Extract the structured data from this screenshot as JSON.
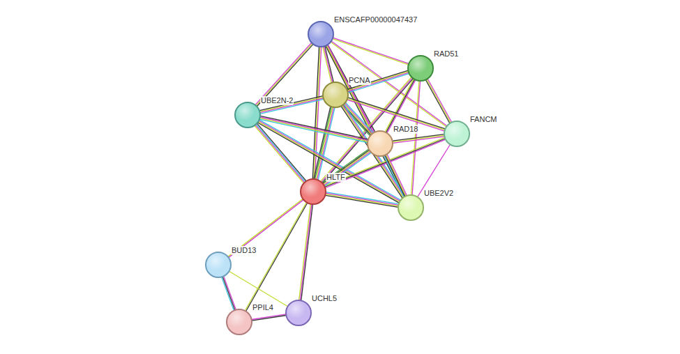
{
  "diagram": {
    "nodes": [
      {
        "text": [
          "ENSCAFP00000047437"
        ]
      },
      {
        "text": [
          "RAD51"
        ]
      },
      {
        "text": [
          "PCNA"
        ]
      },
      {
        "text": [
          "UBE2N-2"
        ]
      },
      {
        "text": [
          "FANCM"
        ]
      },
      {
        "text": [
          "RAD18"
        ]
      },
      {
        "text": [
          "HLTF"
        ]
      },
      {
        "text": [
          "UBE2V2"
        ]
      },
      {
        "text": [
          "BUD13"
        ]
      },
      {
        "text": [
          "PPIL4"
        ]
      },
      {
        "text": [
          "UCHL5"
        ]
      }
    ],
    "edges": [
      {
        "from": 0,
        "to": 3,
        "arrow": "none"
      },
      {
        "from": 0,
        "to": 2,
        "arrow": "none"
      },
      {
        "from": 0,
        "to": 1,
        "arrow": "none"
      },
      {
        "from": 0,
        "to": 4,
        "arrow": "none"
      },
      {
        "from": 0,
        "to": 5,
        "arrow": "none"
      },
      {
        "from": 0,
        "to": 6,
        "arrow": "none"
      },
      {
        "from": 0,
        "to": 7,
        "arrow": "none"
      },
      {
        "from": 1,
        "to": 2,
        "arrow": "none"
      },
      {
        "from": 1,
        "to": 5,
        "arrow": "none"
      },
      {
        "from": 1,
        "to": 4,
        "arrow": "none"
      },
      {
        "from": 1,
        "to": 6,
        "arrow": "none"
      },
      {
        "from": 1,
        "to": 7,
        "arrow": "none"
      },
      {
        "from": 2,
        "to": 3,
        "arrow": "none"
      },
      {
        "from": 2,
        "to": 5,
        "arrow": "none"
      },
      {
        "from": 2,
        "to": 4,
        "arrow": "none"
      },
      {
        "from": 2,
        "to": 6,
        "arrow": "none"
      },
      {
        "from": 2,
        "to": 7,
        "arrow": "none"
      },
      {
        "from": 3,
        "to": 5,
        "arrow": "none"
      },
      {
        "from": 3,
        "to": 6,
        "arrow": "none"
      },
      {
        "from": 3,
        "to": 7,
        "arrow": "none"
      },
      {
        "from": 4,
        "to": 5,
        "arrow": "none"
      },
      {
        "from": 4,
        "to": 6,
        "arrow": "none"
      },
      {
        "from": 4,
        "to": 7,
        "arrow": "none"
      },
      {
        "from": 5,
        "to": 6,
        "arrow": "none"
      },
      {
        "from": 5,
        "to": 7,
        "arrow": "none"
      },
      {
        "from": 6,
        "to": 7,
        "arrow": "none"
      },
      {
        "from": 6,
        "to": 8,
        "arrow": "none"
      },
      {
        "from": 6,
        "to": 9,
        "arrow": "none"
      },
      {
        "from": 6,
        "to": 10,
        "arrow": "none"
      },
      {
        "from": 8,
        "to": 9,
        "arrow": "none"
      },
      {
        "from": 8,
        "to": 10,
        "arrow": "none"
      },
      {
        "from": 9,
        "to": 10,
        "arrow": "none"
      }
    ]
  }
}
